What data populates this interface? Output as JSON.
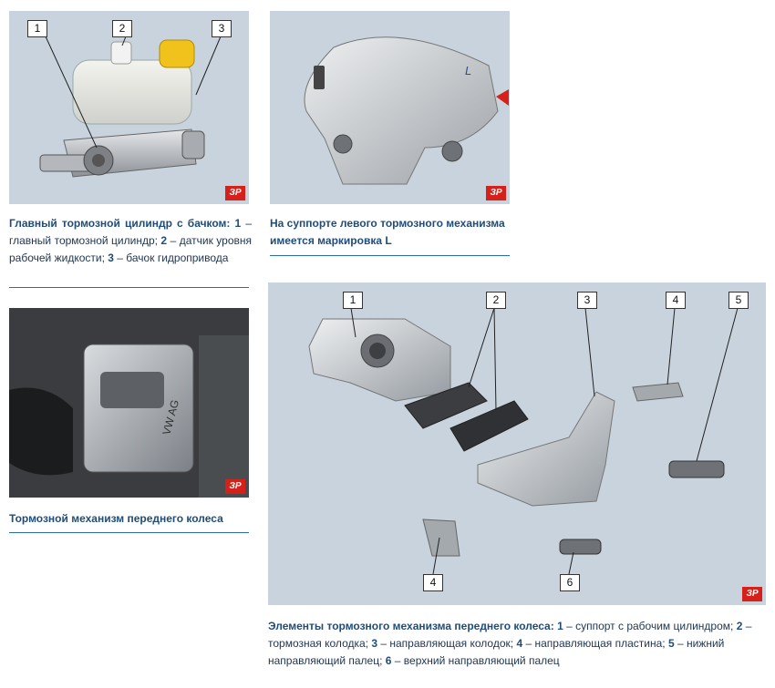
{
  "badge_text": "ЗР",
  "figure1": {
    "callouts": [
      "1",
      "2",
      "3"
    ],
    "caption_title": "Главный тормозной цилиндр с бачком:",
    "caption_body_parts": [
      "1",
      " – главный тормозной цилиндр; ",
      "2",
      " – датчик уровня рабочей жидкости; ",
      "3",
      " – бачок гидропривода"
    ]
  },
  "figure2": {
    "caption": "На суппорте левого тормозного механизма имеется маркировка L",
    "stamp": "L"
  },
  "figure3": {
    "caption": "Тормозной механизм переднего колеса",
    "brand": "VW AG"
  },
  "figure4": {
    "callouts": [
      "1",
      "2",
      "3",
      "4",
      "5",
      "4",
      "6"
    ],
    "caption_title": "Элементы тормозного механизма переднего колеса:",
    "caption_body_parts": [
      " ",
      "1",
      " – суппорт с рабочим цилиндром; ",
      "2",
      " – тормозная колодка; ",
      "3",
      " – направляющая колодок; ",
      "4",
      " – направляющая пластина; ",
      "5",
      " – нижний направляющий палец; ",
      "6",
      " – верхний направляющий палец"
    ]
  },
  "colors": {
    "caption_title": "#1f4c7a",
    "rule": "#2e6da4",
    "badge": "#d6201a",
    "panel_bg": "#c8d3dd"
  }
}
